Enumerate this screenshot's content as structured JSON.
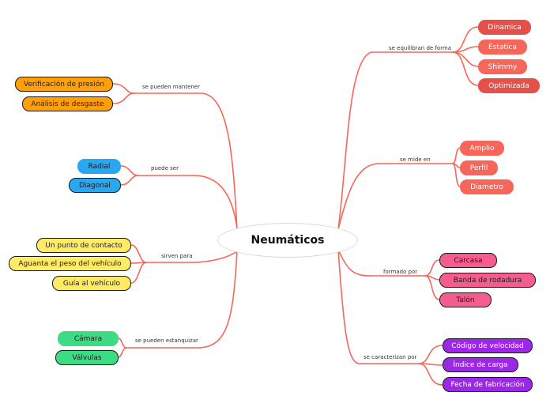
{
  "center": "Neumáticos",
  "branches": {
    "equilibran": {
      "connector": "se equilibran de forma",
      "items": [
        "Dinamica",
        "Estatica",
        "Shimmy",
        "Optimizada"
      ]
    },
    "mide": {
      "connector": "se mide en",
      "items": [
        "Amplio",
        "Perfil",
        "Diametro"
      ]
    },
    "formado": {
      "connector": "formado por",
      "items": [
        "Carcasa",
        "Banda de rodadura",
        "Talón"
      ]
    },
    "caracterizan": {
      "connector": "se caracterizan por",
      "items": [
        "Código de velocidad",
        "Índice de carga",
        "Fecha de fabricación"
      ]
    },
    "mantener": {
      "connector": "se pueden mantener",
      "items": [
        "Verificación de presión",
        "Análisis de desgaste"
      ]
    },
    "puede_ser": {
      "connector": "puede ser",
      "items": [
        "Radial",
        "Diagonal"
      ]
    },
    "sirven": {
      "connector": "sirven para",
      "items": [
        "Un punto de contacto",
        "Aguanta el peso del vehículo",
        "Guía al vehículo"
      ]
    },
    "estanquizar": {
      "connector": "se pueden estanquizar",
      "items": [
        "Cámara",
        "Válvulas"
      ]
    }
  },
  "colors": {
    "link": "#f4675a",
    "equilibran": "#e5504a",
    "mide": "#f4675a",
    "formado": "#f55d8e",
    "caracterizan": "#9c27e8",
    "mantener": "#ff9f0a",
    "puede_ser": "#2aa7ee",
    "sirven": "#ffeb66",
    "estanquizar": "#3ddc84"
  }
}
